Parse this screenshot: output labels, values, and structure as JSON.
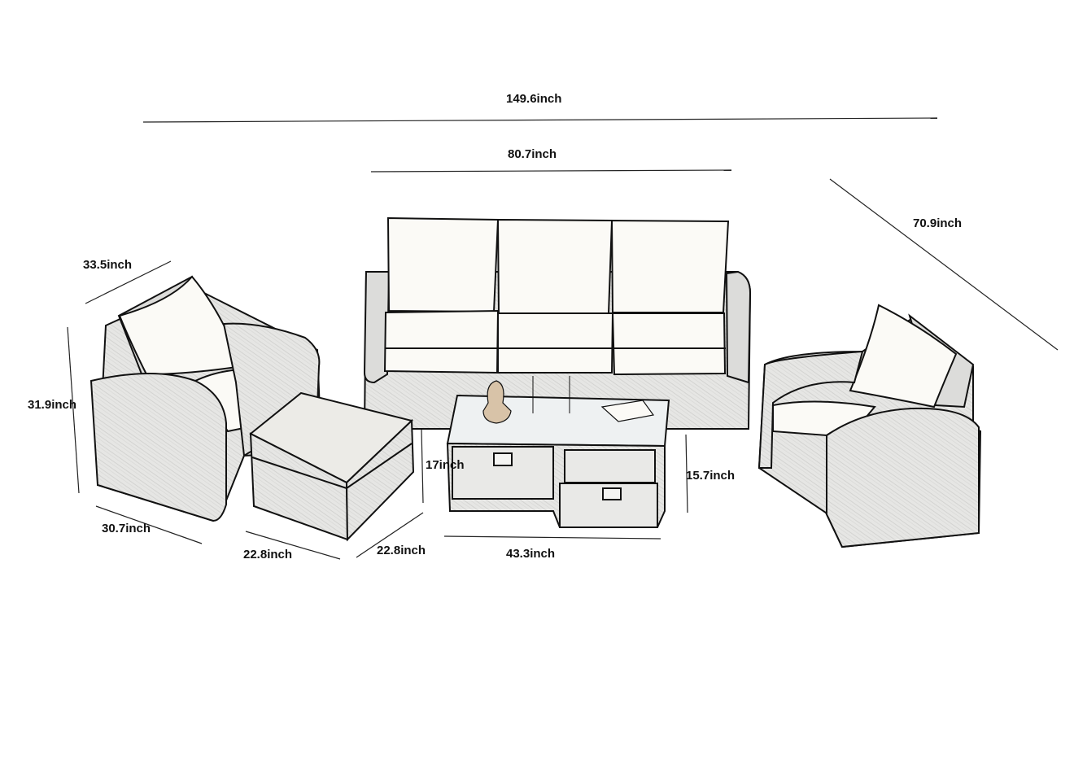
{
  "dimensions": {
    "total_width": "149.6inch",
    "sofa_width": "80.7inch",
    "diagonal_depth": "70.9inch",
    "chair_width": "33.5inch",
    "chair_height": "31.9inch",
    "chair_depth": "30.7inch",
    "ottoman_width": "22.8inch",
    "ottoman_depth": "22.8inch",
    "ottoman_height": "17inch",
    "table_height": "15.7inch",
    "table_length": "43.3inch"
  },
  "colors": {
    "outline": "#111111",
    "wicker": "#e4e4e2",
    "wicker_shade": "#d2d2d0",
    "cushion": "#fbfaf6",
    "glass": "#eef1f2"
  }
}
